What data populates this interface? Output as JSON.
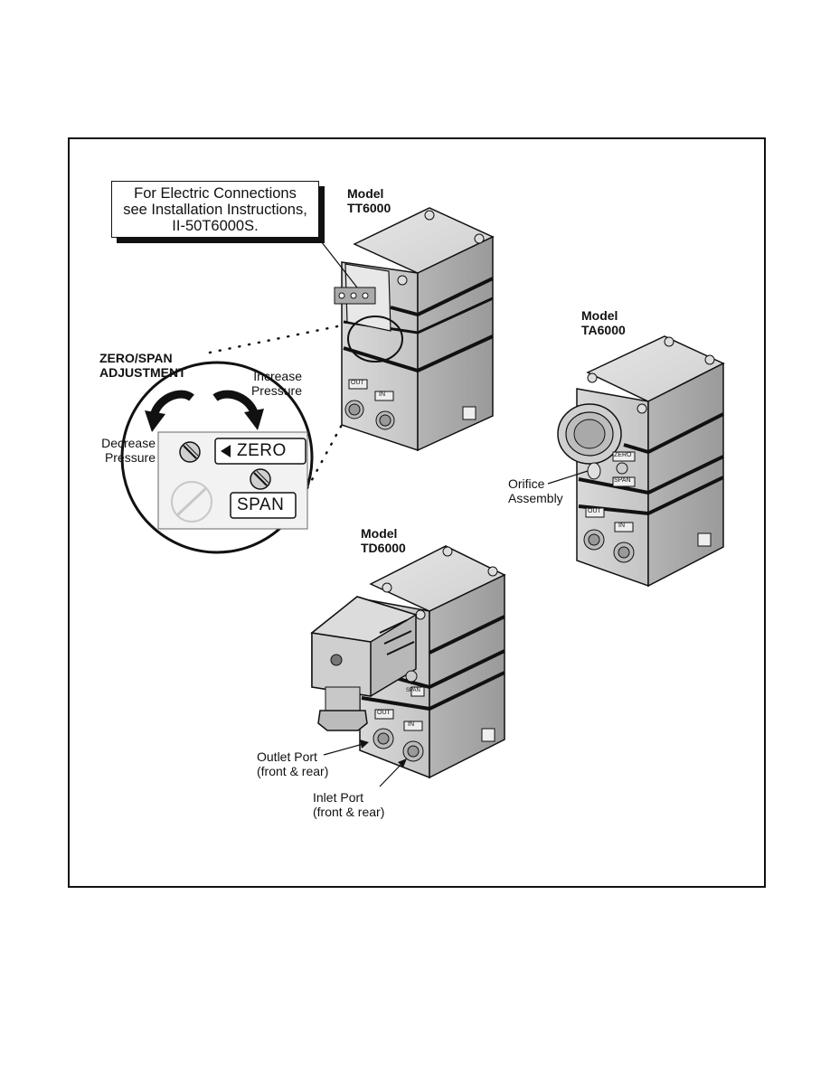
{
  "callout": {
    "line1": "For Electric Connections",
    "line2": "see Installation Instructions,",
    "line3": "II-50T6000S."
  },
  "models": {
    "tt": {
      "line1": "Model",
      "line2": "TT6000"
    },
    "ta": {
      "line1": "Model",
      "line2": "TA6000"
    },
    "td": {
      "line1": "Model",
      "line2": "TD6000"
    }
  },
  "adjustment": {
    "title1": "ZERO/SPAN",
    "title2": "ADJUSTMENT",
    "increase1": "Increase",
    "increase2": "Pressure",
    "decrease1": "Decrease",
    "decrease2": "Pressure",
    "zero": "ZERO",
    "span": "SPAN"
  },
  "labels": {
    "orifice1": "Orifice",
    "orifice2": "Assembly",
    "outlet1": "Outlet Port",
    "outlet2": "(front & rear)",
    "inlet1": "Inlet Port",
    "inlet2": "(front & rear)"
  },
  "unit_markings": {
    "out": "OUT",
    "in": "IN",
    "zero": "ZERO",
    "span": "SPAN"
  }
}
